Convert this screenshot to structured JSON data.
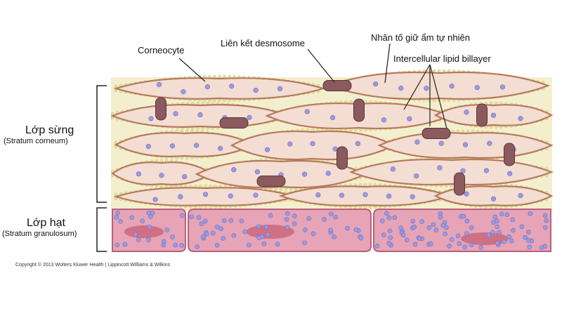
{
  "labels": {
    "corneocyte": "Corneocyte",
    "desmosome": "Liên kết desmosome",
    "nmf": "Nhân tố giữ ẩm tự nhiên",
    "lipid": "Intercellular lipid billayer",
    "stratum_corneum_vi": "Lớp sừng",
    "stratum_corneum_en": "(Stratum corneum)",
    "stratum_granulosum_vi": "Lớp hạt",
    "stratum_granulosum_en": "(Stratum granulosum)"
  },
  "copyright": "Copyright © 2013 Wolters Kluwer Health | Lippincott Williams & Wilkins",
  "colors": {
    "corneocyte_fill": "#f4ddd2",
    "corneocyte_edge": "#b57a5c",
    "lipid": "#e8e2a8",
    "dot": "#9c9adf",
    "desmosome": "#8a5a5e",
    "granular_fill": "#e6a0b4",
    "granular_edge": "#b9607c",
    "nucleus": "#c8607a",
    "bracket": "#222222"
  }
}
